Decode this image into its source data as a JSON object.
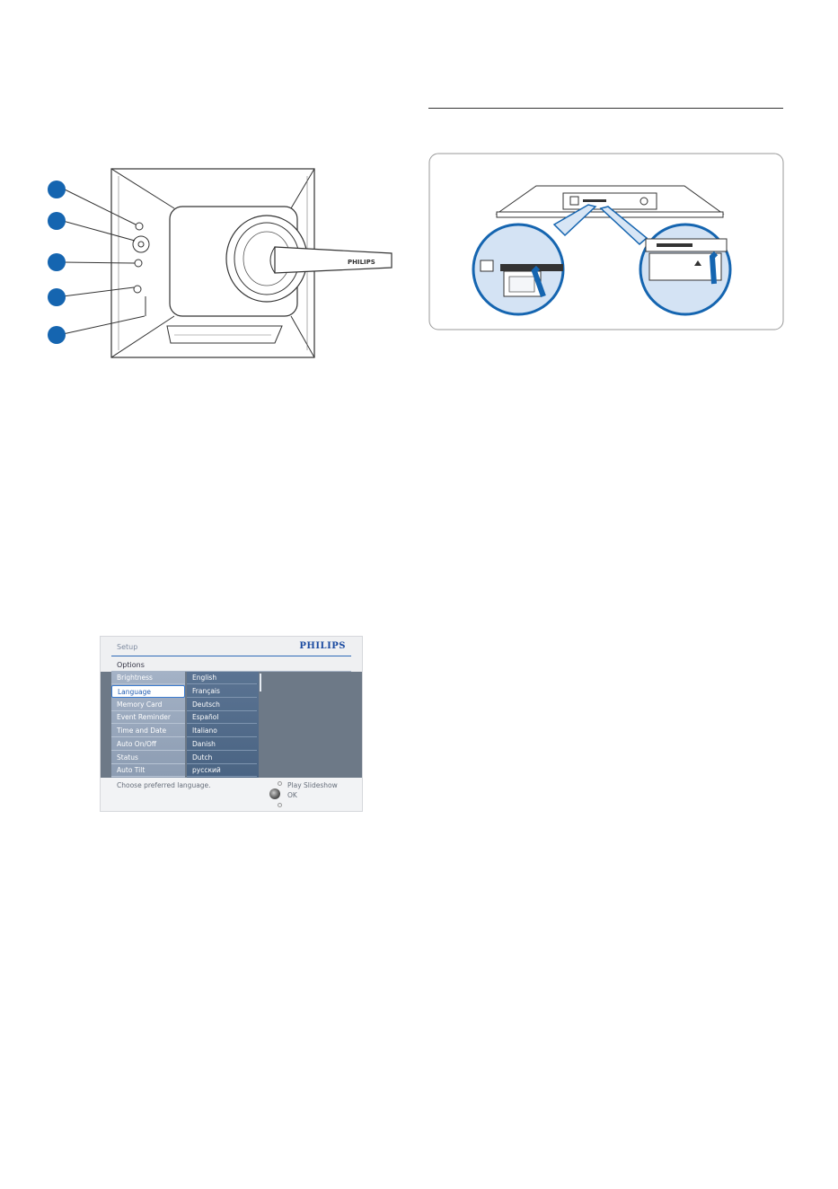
{
  "frame_figure": {
    "brand": "PHILIPS",
    "callout_color": "#1565b0"
  },
  "screen": {
    "title": "Setup",
    "brand": "PHILIPS",
    "section": "Options",
    "menu_items": [
      "Brightness",
      "Language",
      "Memory Card",
      "Event Reminder",
      "Time and Date",
      "Auto On/Off",
      "Status",
      "Auto Tilt"
    ],
    "selected_menu_item": "Language",
    "languages": [
      "English",
      "Français",
      "Deutsch",
      "Español",
      "Italiano",
      "Danish",
      "Dutch",
      "русский"
    ],
    "hint": "Choose preferred language.",
    "controls": {
      "play": "Play Slideshow",
      "ok": "OK"
    },
    "colors": {
      "accent": "#2d6ab8",
      "panel": "#6d7987"
    }
  }
}
